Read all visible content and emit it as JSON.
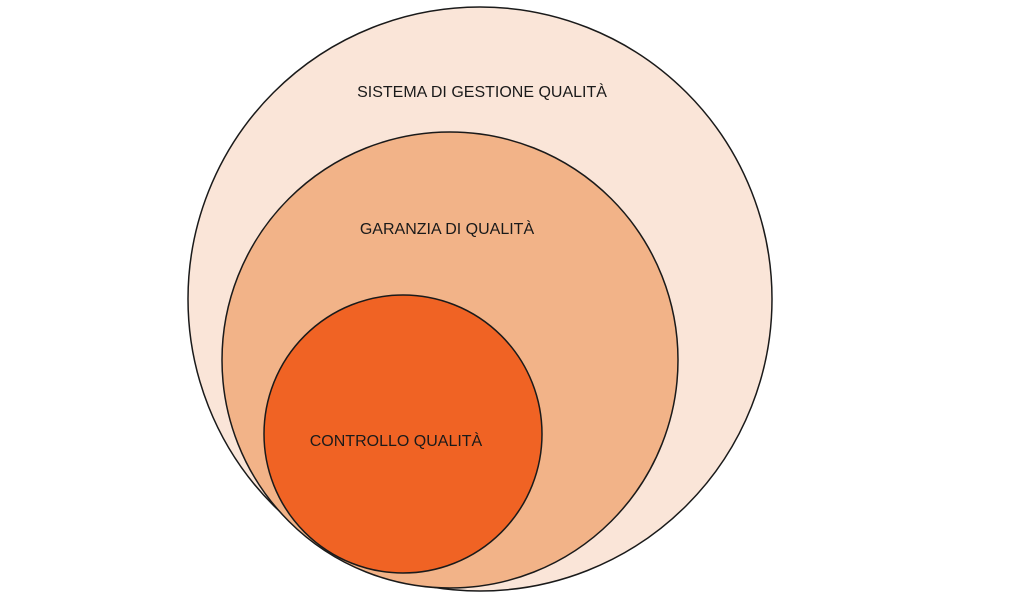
{
  "diagram": {
    "title": "Nested quality circles",
    "circles": [
      {
        "id": "outer",
        "label": "SISTEMA DI GESTIONE QUALITÀ",
        "color": "#FAE5D8"
      },
      {
        "id": "middle",
        "label": "GARANZIA DI QUALITÀ",
        "color": "#F2B388"
      },
      {
        "id": "inner",
        "label": "CONTROLLO QUALITÀ",
        "color": "#F06324"
      }
    ],
    "stroke_color": "#1a1a1a"
  }
}
